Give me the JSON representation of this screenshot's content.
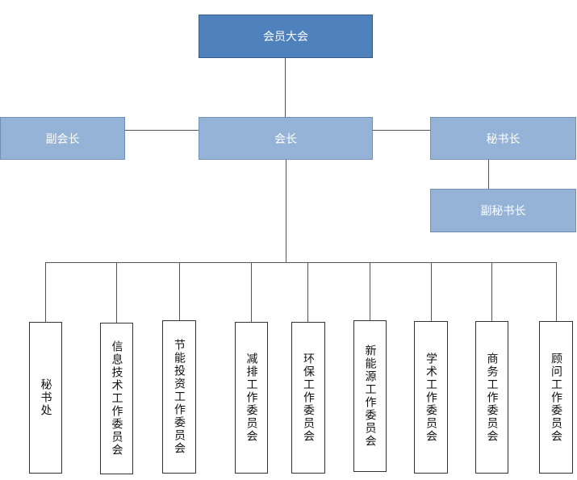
{
  "top": {
    "label": "会员大会",
    "color": "#4f81bd"
  },
  "president": {
    "label": "会长"
  },
  "vice_president": {
    "label": "副会长"
  },
  "secretary_general": {
    "label": "秘书长"
  },
  "deputy_secretary_general": {
    "label": "副秘书长"
  },
  "departments": [
    {
      "label": "秘书处"
    },
    {
      "label": "信息技术工作委员会"
    },
    {
      "label": "节能投资工作委员会"
    },
    {
      "label": "减排工作委员会"
    },
    {
      "label": "环保工作委员会"
    },
    {
      "label": "新能源工作委员会"
    },
    {
      "label": "学术工作委员会"
    },
    {
      "label": "商务工作委员会"
    },
    {
      "label": "顾问工作委员会"
    }
  ],
  "colors": {
    "primary": "#4f81bd",
    "secondary": "#95b3d7",
    "line": "#555555"
  }
}
